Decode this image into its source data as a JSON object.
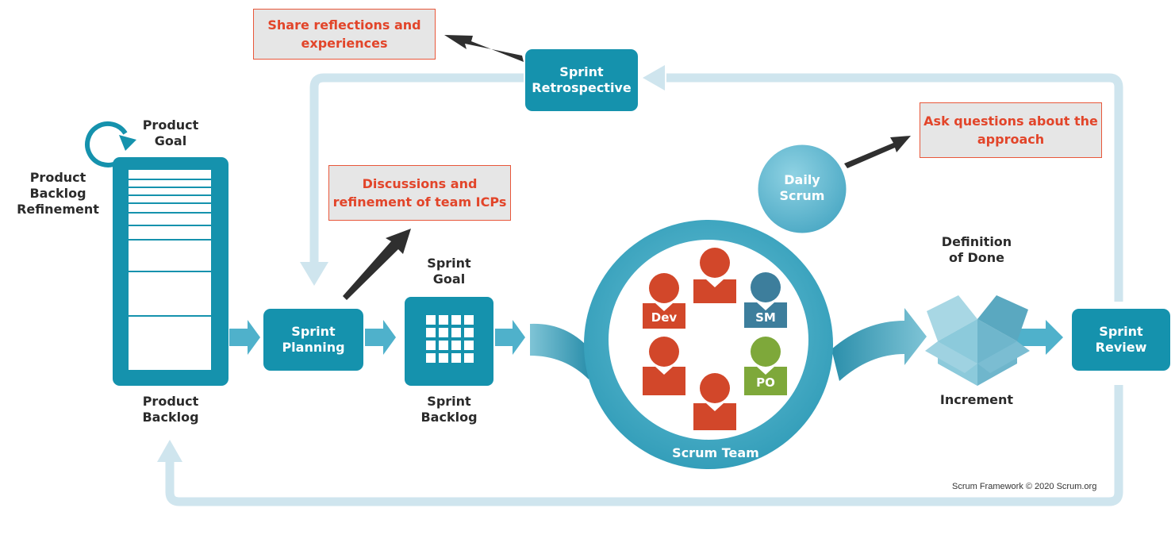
{
  "notes": {
    "share": [
      "Share reflections and",
      "experiences"
    ],
    "discussions": [
      "Discussions and",
      "refinement of team ICPs"
    ],
    "ask": [
      "Ask questions about the",
      "approach"
    ]
  },
  "boxes": {
    "retrospective": [
      "Sprint",
      "Retrospective"
    ],
    "planning": [
      "Sprint",
      "Planning"
    ],
    "review": [
      "Sprint",
      "Review"
    ]
  },
  "daily_scrum": [
    "Daily",
    "Scrum"
  ],
  "labels": {
    "product_goal": [
      "Product",
      "Goal"
    ],
    "refinement": [
      "Product",
      "Backlog",
      "Refinement"
    ],
    "product_backlog": [
      "Product",
      "Backlog"
    ],
    "sprint_goal": [
      "Sprint",
      "Goal"
    ],
    "sprint_backlog": [
      "Sprint",
      "Backlog"
    ],
    "definition_of_done": [
      "Definition",
      "of Done"
    ],
    "increment": "Increment",
    "scrum_team": "Scrum Team"
  },
  "roles": {
    "dev": "Dev",
    "sm": "SM",
    "po": "PO"
  },
  "credit": "Scrum Framework © 2020 Scrum.org",
  "colors": {
    "teal": "#1592ad",
    "light_loop": "#cfe5ee",
    "dev": "#d2472a",
    "sm": "#3d7e9c",
    "po": "#7ea83a",
    "note_border": "#e8573a",
    "note_text": "#e2452a"
  }
}
